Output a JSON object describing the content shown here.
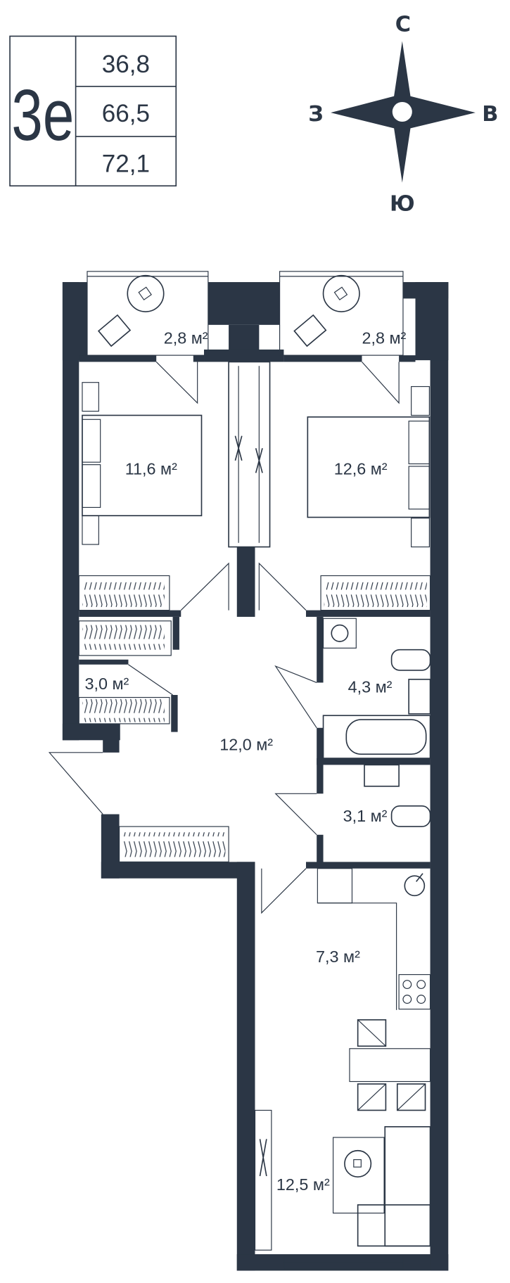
{
  "unit": {
    "type_label": "3е",
    "areas": [
      "36,8",
      "66,5",
      "72,1"
    ]
  },
  "compass": {
    "north": "С",
    "east": "В",
    "south": "Ю",
    "west": "З"
  },
  "rooms": [
    {
      "name": "balcony-left",
      "area": "2,8 м²"
    },
    {
      "name": "balcony-right",
      "area": "2,8 м²"
    },
    {
      "name": "bedroom-left",
      "area": "11,6 м²"
    },
    {
      "name": "bedroom-right",
      "area": "12,6 м²"
    },
    {
      "name": "closet",
      "area": "3,0 м²"
    },
    {
      "name": "bathroom",
      "area": "4,3 м²"
    },
    {
      "name": "hallway",
      "area": "12,0 м²"
    },
    {
      "name": "toilet",
      "area": "3,1 м²"
    },
    {
      "name": "kitchen",
      "area": "7,3 м²"
    },
    {
      "name": "living-room",
      "area": "12,5 м²"
    }
  ],
  "colors": {
    "wall": "#2b3645"
  }
}
